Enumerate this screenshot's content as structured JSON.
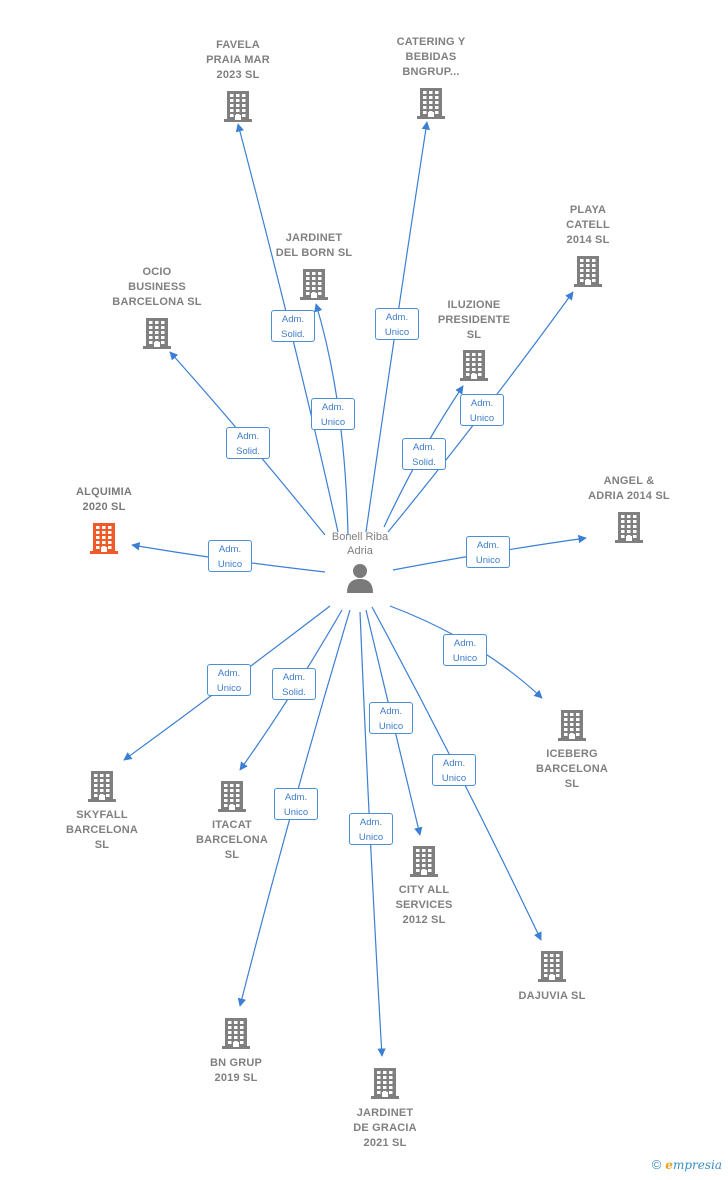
{
  "center": {
    "name": "Bonell Riba\nAdria",
    "icon": "person-icon"
  },
  "colors": {
    "edge": "#3b7fd4",
    "building": "#7f7f7f",
    "building_highlight": "#f05a28"
  },
  "companies": [
    {
      "id": "favela",
      "label": "FAVELA\nPRAIA MAR\n2023  SL",
      "role": "Adm.\nSolid."
    },
    {
      "id": "catering",
      "label": "CATERING Y\nBEBIDAS\nBNGRUP...",
      "role": "Adm.\nUnico"
    },
    {
      "id": "jardinet-born",
      "label": "JARDINET\nDEL BORN  SL",
      "role": "Adm.\nUnico"
    },
    {
      "id": "playa",
      "label": "PLAYA\nCATELL\n2014  SL",
      "role": "Adm.\nUnico"
    },
    {
      "id": "ocio",
      "label": "OCIO\nBUSINESS\nBARCELONA SL",
      "role": "Adm.\nSolid."
    },
    {
      "id": "iluzione",
      "label": "ILUZIONE\nPRESIDENTE\nSL",
      "role": "Adm.\nSolid."
    },
    {
      "id": "alquimia",
      "label": "ALQUIMIA\n2020  SL",
      "role": "Adm.\nUnico",
      "highlight": true
    },
    {
      "id": "angel",
      "label": "ANGEL &\nADRIA 2014  SL",
      "role": "Adm.\nUnico"
    },
    {
      "id": "skyfall",
      "label": "SKYFALL\nBARCELONA\nSL",
      "role": "Adm.\nUnico"
    },
    {
      "id": "itacat",
      "label": "ITACAT\nBARCELONA\nSL",
      "role": "Adm.\nSolid."
    },
    {
      "id": "iceberg",
      "label": "ICEBERG\nBARCELONA\nSL",
      "role": "Adm.\nUnico"
    },
    {
      "id": "city",
      "label": "CITY ALL\nSERVICES\n2012 SL",
      "role": "Adm.\nUnico"
    },
    {
      "id": "dajuvia",
      "label": "DAJUVIA  SL",
      "role": "Adm.\nUnico"
    },
    {
      "id": "bngrup",
      "label": "BN GRUP\n2019  SL",
      "role": "Adm.\nUnico"
    },
    {
      "id": "jardinet-gracia",
      "label": "JARDINET\nDE GRACIA\n2021  SL",
      "role": "Adm.\nUnico"
    }
  ],
  "footer": {
    "copyright": "©",
    "brand_initial": "e",
    "brand_rest": "mpresia"
  }
}
